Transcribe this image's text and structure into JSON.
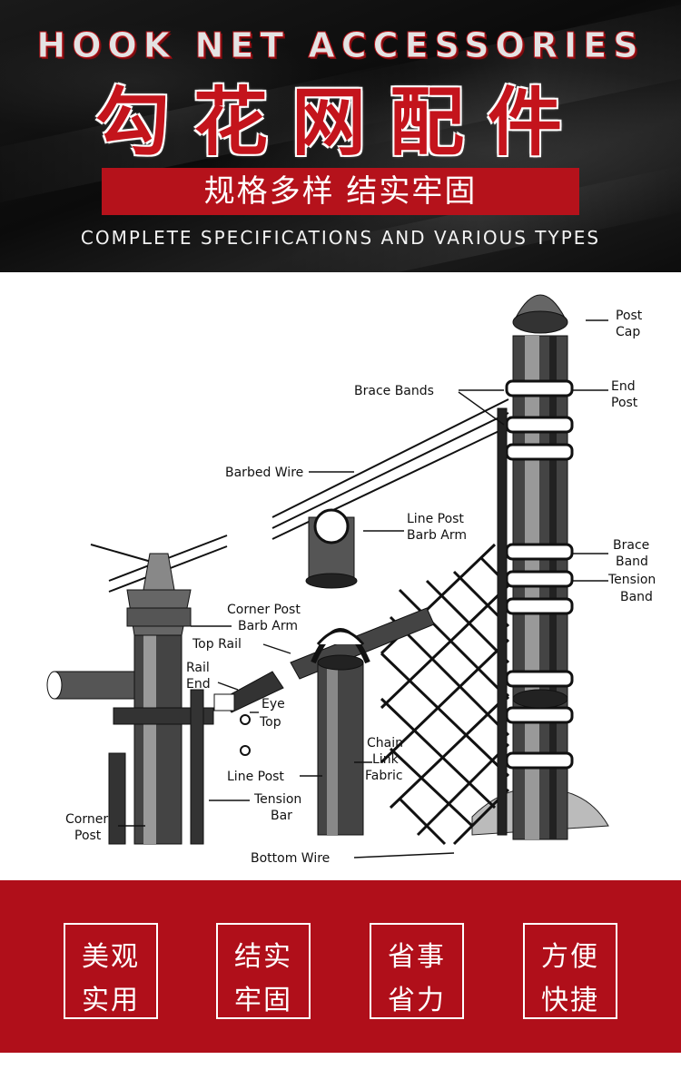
{
  "header": {
    "title_en": "HOOK NET ACCESSORIES",
    "title_cn": "勾花网配件",
    "banner": "规格多样 结实牢固",
    "subtitle_en": "COMPLETE SPECIFICATIONS AND VARIOUS TYPES"
  },
  "diagram": {
    "labels": {
      "post_cap_1": "Post",
      "post_cap_2": "Cap",
      "end_post_1": "End",
      "end_post_2": "Post",
      "brace_bands": "Brace Bands",
      "barbed_wire": "Barbed Wire",
      "line_post_barb_arm_1": "Line Post",
      "line_post_barb_arm_2": "Barb Arm",
      "brace_band_1": "Brace",
      "brace_band_2": "Band",
      "tension_band_1": "Tension",
      "tension_band_2": "Band",
      "corner_post_barb_arm_1": "Corner Post",
      "corner_post_barb_arm_2": "Barb Arm",
      "top_rail": "Top Rail",
      "rail_end_1": "Rail",
      "rail_end_2": "End",
      "eye_top_1": "Eye",
      "eye_top_2": "Top",
      "chain_link_fabric_1": "Chain",
      "chain_link_fabric_2": "Link",
      "chain_link_fabric_3": "Fabric",
      "line_post": "Line Post",
      "tension_bar_1": "Tension",
      "tension_bar_2": "Bar",
      "corner_post_1": "Corner",
      "corner_post_2": "Post",
      "bottom_wire": "Bottom Wire"
    }
  },
  "features": [
    {
      "line1": "美观",
      "line2": "实用"
    },
    {
      "line1": "结实",
      "line2": "牢固"
    },
    {
      "line1": "省事",
      "line2": "省力"
    },
    {
      "line1": "方便",
      "line2": "快捷"
    }
  ],
  "colors": {
    "brand_red": "#b00f1a",
    "header_dark": "#111111"
  }
}
